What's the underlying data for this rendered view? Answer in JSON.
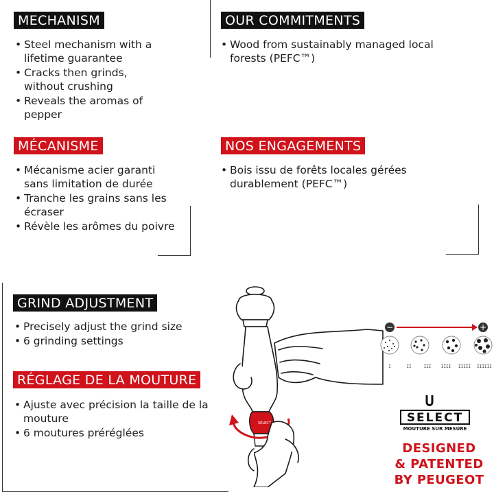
{
  "mechanism_en": {
    "title": "MECHANISM",
    "items": [
      "Steel mechanism with a lifetime guarantee",
      "Cracks then grinds, without crushing",
      "Reveals the aromas of pepper"
    ]
  },
  "commitments_en": {
    "title": "OUR COMMITMENTS",
    "items": [
      "Wood from sustainably managed local forests (PEFC™)"
    ]
  },
  "mechanism_fr": {
    "title": "MÉCANISME",
    "items": [
      "Mécanisme acier garanti sans limitation de durée",
      "Tranche les grains sans les écraser",
      "Révèle les arômes du poivre"
    ]
  },
  "commitments_fr": {
    "title": "NOS ENGAGEMENTS",
    "items": [
      "Bois issu de forêts locales gérées durablement (PEFC™)"
    ]
  },
  "grind_en": {
    "title": "GRIND ADJUSTMENT",
    "items": [
      "Precisely adjust the grind size",
      "6 grinding settings"
    ]
  },
  "grind_fr": {
    "title": "RÉGLAGE DE LA MOUTURE",
    "items": [
      "Ajuste avec précision la taille de la mouture",
      "6 moutures préréglées"
    ]
  },
  "grind_scale": {
    "minus": "−",
    "plus": "+",
    "ticks": [
      "I",
      "II",
      "III",
      "IIII",
      "IIIII",
      "IIIIII"
    ]
  },
  "logo": {
    "text": "SELECT",
    "subtitle": "MOUTURE SUR MESURE"
  },
  "designed": {
    "line1": "DESIGNED",
    "line2": "& PATENTED",
    "line3": "BY PEUGEOT"
  },
  "colors": {
    "accent": "#d0121b",
    "dark": "#111111"
  }
}
